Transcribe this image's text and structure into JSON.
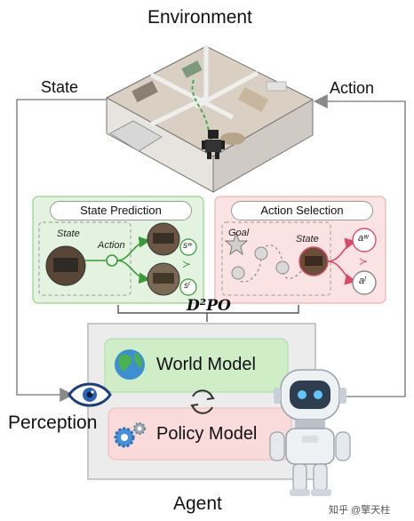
{
  "diagram": {
    "environment_label": "Environment",
    "state_label": "State",
    "action_label": "Action",
    "perception_label": "Perception",
    "agent_label": "Agent",
    "method_label": "D²PO",
    "state_prediction": {
      "title": "State Prediction",
      "state_text": "State",
      "action_text": "Action",
      "winner_state": "sʷ",
      "loser_state": "sˡ"
    },
    "action_selection": {
      "title": "Action Selection",
      "goal_text": "Goal",
      "state_text": "State",
      "winner_action": "aʷ",
      "loser_action": "aˡ"
    },
    "world_model_label": "World Model",
    "policy_model_label": "Policy Model",
    "watermark": "知乎 @擎天柱"
  },
  "colors": {
    "green_panel": "#e3f3df",
    "green_border": "#96cf8a",
    "pink_panel": "#fbe3e3",
    "pink_border": "#eeb1b1",
    "agent_box": "#ececec",
    "world_model_box": "#cfeec8",
    "policy_model_box": "#f9dbdb",
    "arrow": "#8a8a8a"
  },
  "icons": [
    "house-illustration",
    "robot-figure",
    "eye-icon",
    "earth-icon",
    "gears-icon",
    "cycle-arrows-icon",
    "star-icon"
  ]
}
